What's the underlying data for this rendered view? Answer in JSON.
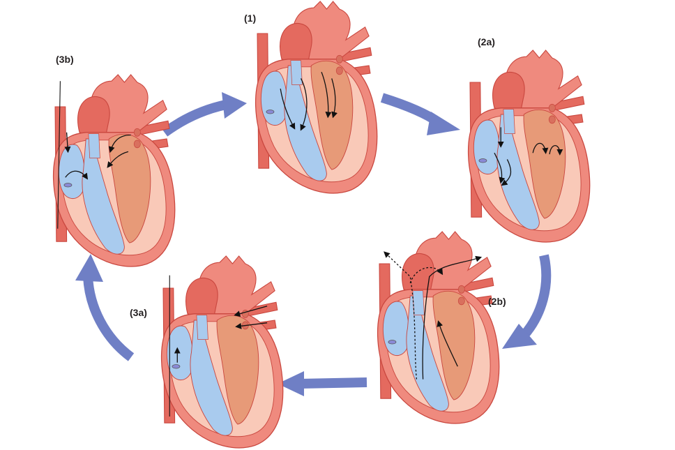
{
  "labels": {
    "phase_1": "(1)",
    "phase_2a": "(2a)",
    "phase_2b": "(2b)",
    "phase_3a": "(3a)",
    "phase_3b": "(3b)"
  },
  "colors": {
    "muscle": "#ef8a7e",
    "muscle_dark": "#c9473f",
    "ventricle_wall": "#f9c9b8",
    "right_side": "#a9cbee",
    "left_side": "#e79a78",
    "artery": "#e46a5f",
    "cycle_arrow": "#6f7fc5",
    "flow_arrow": "#111111"
  },
  "icons": [
    "cycle-arrow-icon",
    "flow-arrow-icon",
    "heart-icon"
  ]
}
